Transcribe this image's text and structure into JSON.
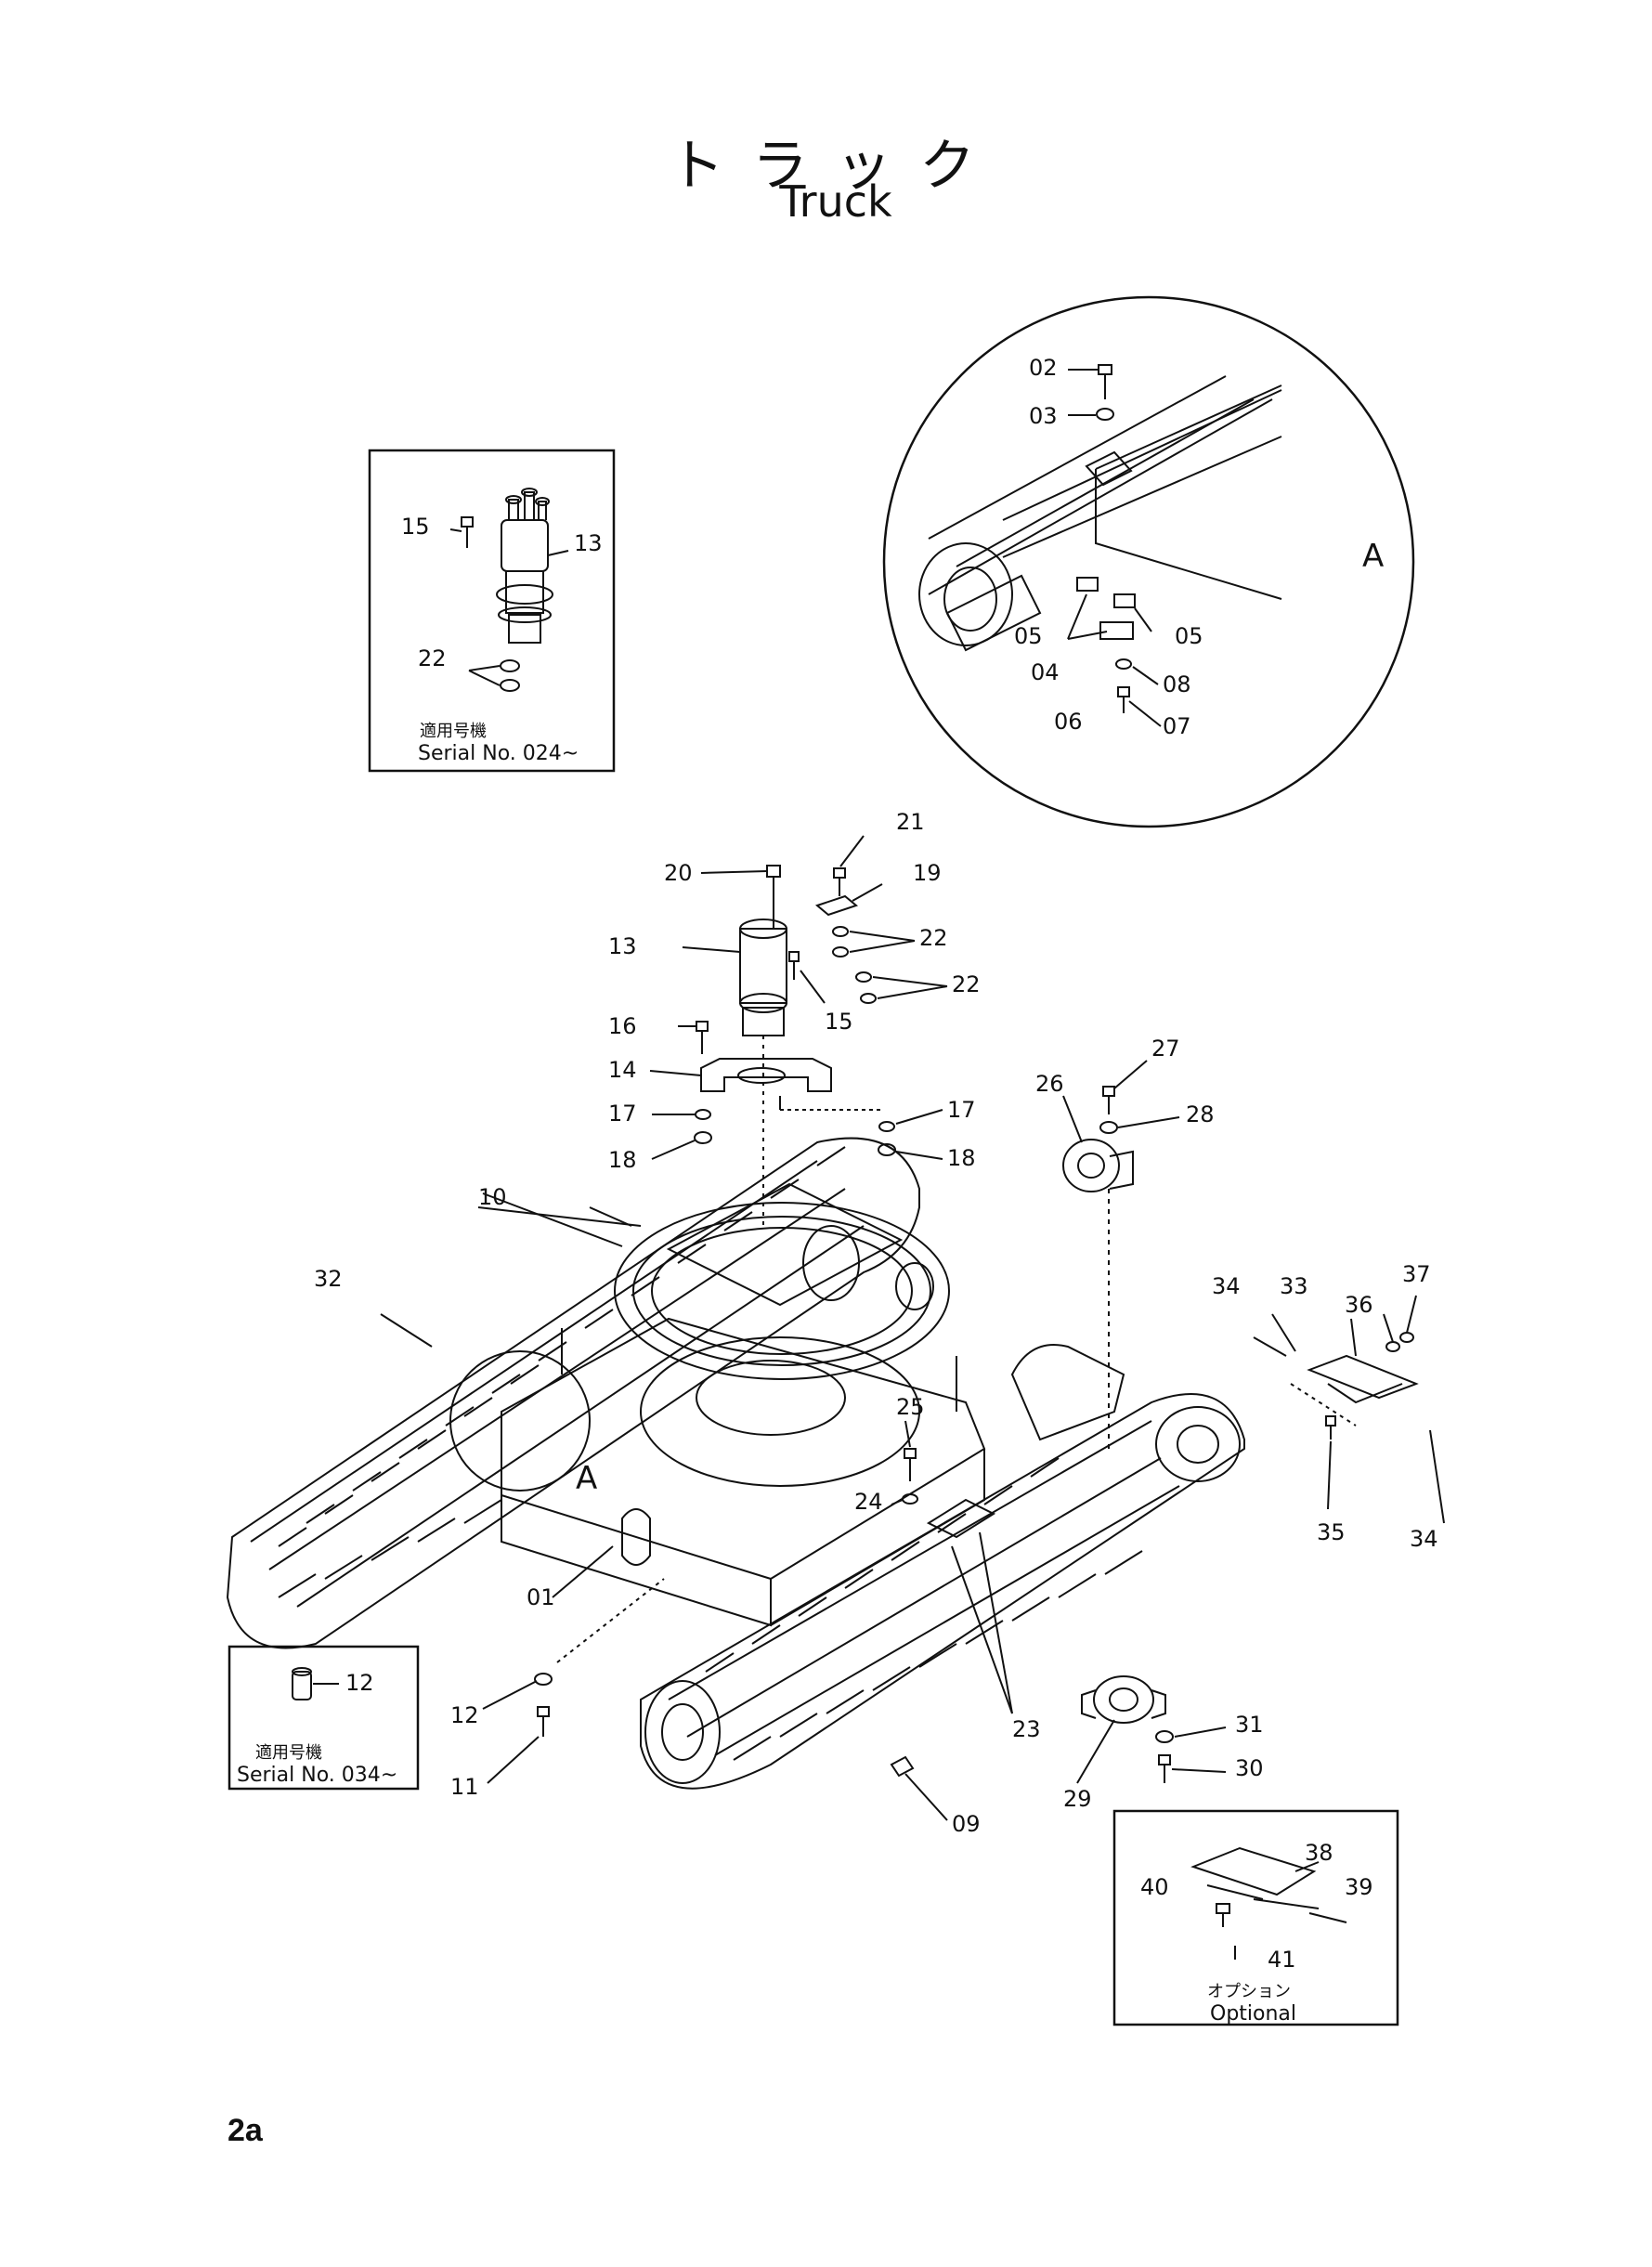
{
  "title": {
    "jp": "トラック",
    "en": "Truck"
  },
  "page_number": "2a",
  "inset_serial_024": {
    "jp": "適用号機",
    "serial": "Serial No. 024~",
    "labels": [
      "15",
      "13",
      "22"
    ]
  },
  "inset_serial_034": {
    "jp": "適用号機",
    "serial": "Serial No. 034~",
    "labels": [
      "12"
    ]
  },
  "inset_optional": {
    "jp": "オプション",
    "en": "Optional",
    "labels": [
      "38",
      "40",
      "39",
      "41"
    ]
  },
  "detail_A": {
    "mark": "A",
    "labels": [
      "02",
      "03",
      "05",
      "05",
      "04",
      "08",
      "06",
      "07"
    ]
  },
  "main_labels": [
    "21",
    "20",
    "19",
    "13",
    "22",
    "22",
    "15",
    "16",
    "14",
    "17",
    "17",
    "18",
    "18",
    "27",
    "26",
    "28",
    "10",
    "32",
    "34",
    "33",
    "37",
    "36",
    "25",
    "24",
    "35",
    "34",
    "01",
    "23",
    "12",
    "11",
    "31",
    "30",
    "29",
    "09"
  ],
  "section_mark": "A"
}
